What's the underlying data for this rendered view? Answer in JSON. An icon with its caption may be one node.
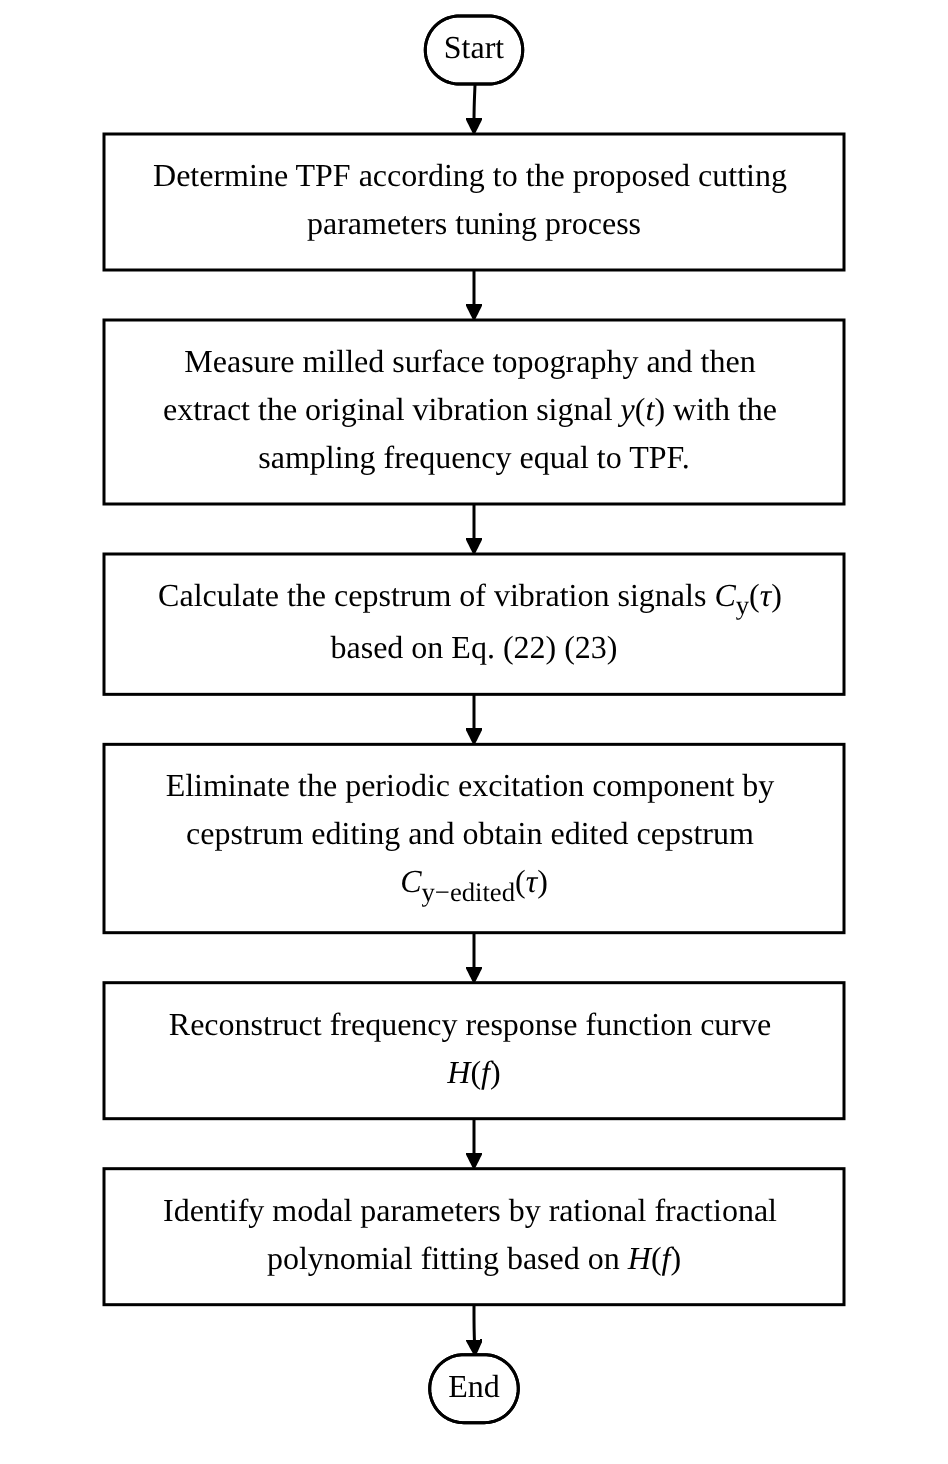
{
  "diagram": {
    "nodes": [
      {
        "text": [
          "Start"
        ]
      },
      {
        "text": [
          "Determine TPF according to the proposed cutting parameters tuning process"
        ]
      },
      {
        "text": [
          "Measure milled surface topography and then extract the original vibration signal *y*(*t*) with the sampling frequency equal to TPF."
        ]
      },
      {
        "text": [
          "Calculate the cepstrum of vibration signals *C*$_{y}$(*τ*) based on Eq. (22) (23)"
        ]
      },
      {
        "text": [
          "Eliminate the periodic excitation component by cepstrum editing and obtain edited cepstrum *C*$_{y−edited}$(*τ*)"
        ]
      },
      {
        "text": [
          "Reconstruct frequency response function curve *H*(*f*)"
        ]
      },
      {
        "text": [
          "Identify modal parameters by rational fractional polynomial fitting based on *H*(*f*)"
        ]
      },
      {
        "text": [
          "End"
        ]
      }
    ],
    "edges": [
      {
        "from": 0,
        "to": 1,
        "arrow": "to"
      },
      {
        "from": 1,
        "to": 2,
        "arrow": "to"
      },
      {
        "from": 2,
        "to": 3,
        "arrow": "to"
      },
      {
        "from": 3,
        "to": 4,
        "arrow": "to"
      },
      {
        "from": 4,
        "to": 5,
        "arrow": "to"
      },
      {
        "from": 5,
        "to": 6,
        "arrow": "to"
      },
      {
        "from": 6,
        "to": 7,
        "arrow": "to"
      }
    ]
  }
}
